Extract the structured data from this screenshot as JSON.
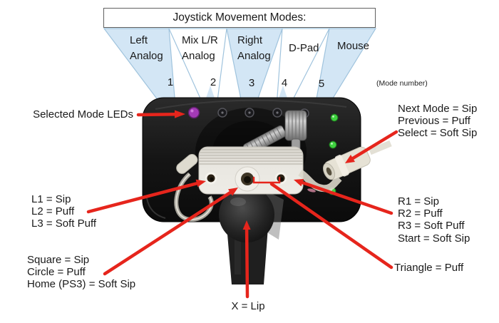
{
  "figure": {
    "title": "Joystick Movement Modes:",
    "mode_number_note": "(Mode number)",
    "modes": [
      {
        "label": "Left\nAnalog",
        "number": "1"
      },
      {
        "label": "Mix L/R\nAnalog",
        "number": "2"
      },
      {
        "label": "Right\nAnalog",
        "number": "3"
      },
      {
        "label": "D-Pad",
        "number": "4"
      },
      {
        "label": "Mouse",
        "number": "5"
      }
    ],
    "annotations": {
      "selected_mode_leds": "Selected Mode LEDs",
      "mode_control": {
        "line1": "Next Mode = Sip",
        "line2": "Previous = Puff",
        "line3": "Select = Soft Sip"
      },
      "left_shoulder": {
        "line1": "L1 = Sip",
        "line2": "L2 = Puff",
        "line3": "L3 = Soft Puff"
      },
      "right_shoulder": {
        "line1": "R1 = Sip",
        "line2": "R2 = Puff",
        "line3": "R3 = Soft Puff",
        "line4": "Start = Soft Sip"
      },
      "face_buttons": {
        "line1": "Square = Sip",
        "line2": "Circle = Puff",
        "line3": "Home (PS3) = Soft Sip"
      },
      "triangle": "Triangle = Puff",
      "x_button": "X = Lip"
    },
    "colors": {
      "arrow_red": "#e6251c",
      "wedge_blue": "#d3e6f5",
      "wedge_stroke": "#9fc3dd",
      "led_selected_purple": "#a43ab6",
      "led_inactive": "#1a1a1d",
      "led_green": "#3fd23f",
      "device_black": "#161616"
    }
  }
}
